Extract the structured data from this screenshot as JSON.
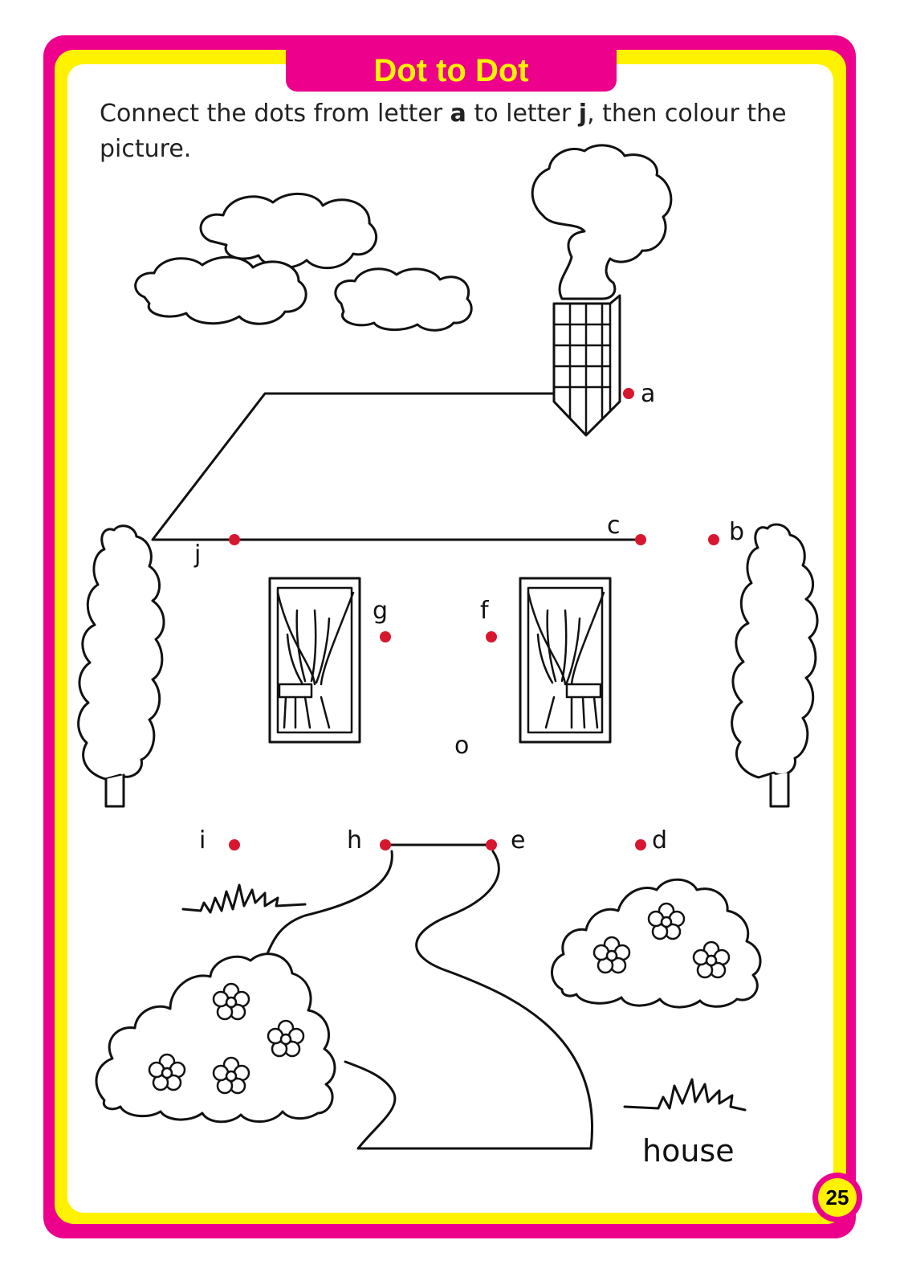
{
  "page": {
    "title": "Dot to Dot",
    "instructions": {
      "part1": "Connect the dots from letter ",
      "from_letter": "a",
      "part2": " to letter ",
      "to_letter": "j",
      "part3": ", then colour the picture."
    },
    "word": "house",
    "page_number": "25"
  },
  "dots": [
    {
      "label": "a"
    },
    {
      "label": "b"
    },
    {
      "label": "c"
    },
    {
      "label": "d"
    },
    {
      "label": "e"
    },
    {
      "label": "f"
    },
    {
      "label": "g"
    },
    {
      "label": "h"
    },
    {
      "label": "i"
    },
    {
      "label": "j"
    }
  ],
  "stray_letter": "o",
  "colors": {
    "frame_outer": "#ec008c",
    "frame_inner": "#fff200",
    "title_text": "#fff200",
    "dot": "#d7172f"
  }
}
